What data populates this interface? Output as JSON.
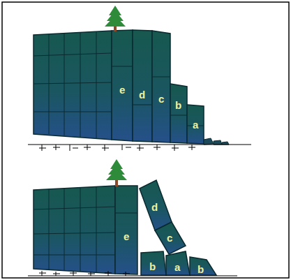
{
  "diagram": {
    "labels": [
      "e",
      "d",
      "c",
      "b",
      "a",
      "e",
      "d",
      "c",
      "b",
      "a",
      "b"
    ]
  }
}
